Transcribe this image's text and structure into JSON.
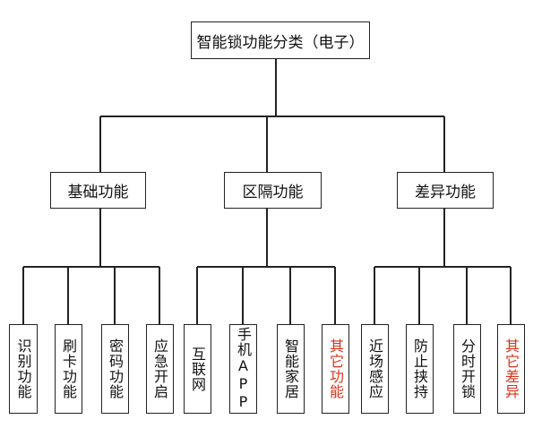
{
  "root": {
    "label": "智能锁功能分类（电子）"
  },
  "categories": [
    {
      "label": "基础功能",
      "items": [
        "识别功能",
        "刷卡功能",
        "密码功能",
        "应急开启"
      ]
    },
    {
      "label": "区隔功能",
      "items": [
        "互联网",
        "手机APP",
        "智能家居",
        "其它功能"
      ]
    },
    {
      "label": "差异功能",
      "items": [
        "近场感应",
        "防止挟持",
        "分时开锁",
        "其它差异"
      ]
    }
  ],
  "colors": {
    "line": "#222222",
    "highlight": "#d9331c"
  }
}
